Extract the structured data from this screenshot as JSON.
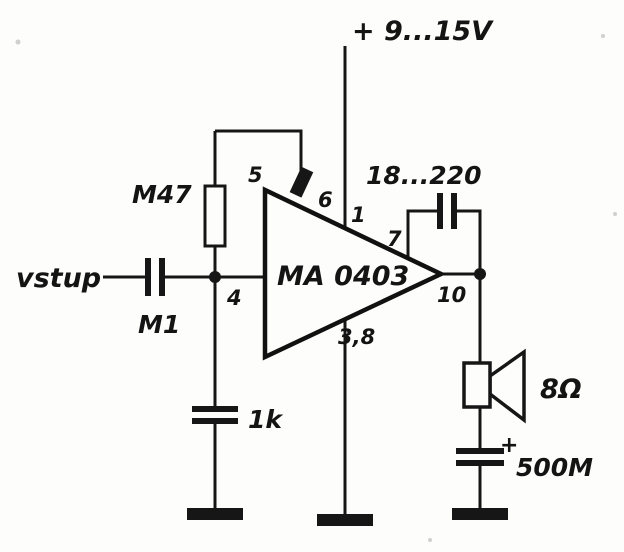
{
  "schematic": {
    "supply": "+ 9...15V",
    "input": "vstup",
    "ic": "MA 0403",
    "r_feedback": "M47",
    "c_input": "M1",
    "c_ground": "1k",
    "c_feedback": "18...220",
    "c_output": "500M",
    "c_output_plus": "+",
    "speaker": "8Ω",
    "pins": {
      "pin5": "5",
      "pin6": "6",
      "pin1": "1",
      "pin7": "7",
      "pin4": "4",
      "pin10": "10",
      "pin38": "3,8"
    }
  }
}
